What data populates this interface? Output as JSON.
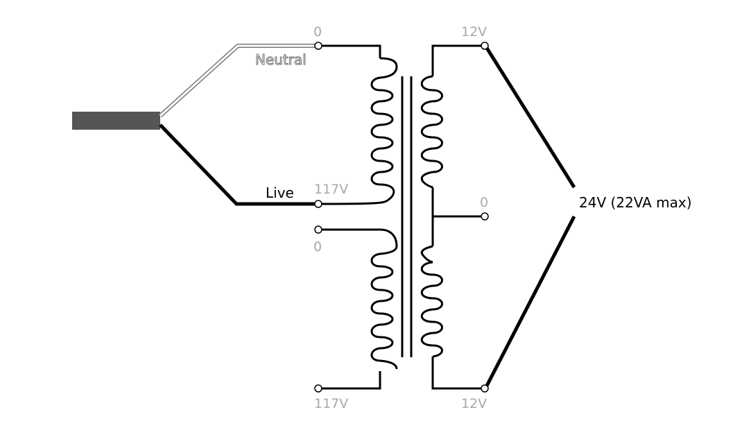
{
  "labels": {
    "neutral": "Neutral",
    "live": "Live",
    "output": "24V (22VA max)"
  },
  "primary": {
    "top_tap_start": "0",
    "top_tap_end": "117V",
    "bottom_tap_start": "0",
    "bottom_tap_end": "117V"
  },
  "secondary": {
    "top_tap": "12V",
    "center_tap": "0",
    "bottom_tap": "12V"
  },
  "colors": {
    "line": "#000000",
    "tap_label": "#a8a8a8",
    "cable": "#555555"
  }
}
